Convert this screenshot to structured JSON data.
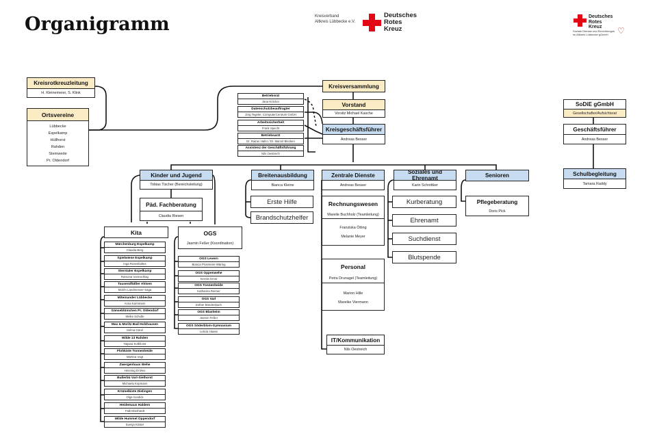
{
  "title": "Organigramm",
  "logo1": {
    "line1": "Kreisverband",
    "line2": "Altkreis Lübbecke e.V.",
    "drk": [
      "Deutsches",
      "Rotes",
      "Kreuz"
    ]
  },
  "logo2": {
    "drk": [
      "Deutsches",
      "Rotes",
      "Kreuz"
    ],
    "line1": "Soziale Dienste und Einrichtungen",
    "line2": "im Altkreis Lübbecke gGmbH"
  },
  "colors": {
    "beige": "#fbecc6",
    "blue": "#c7dcf1",
    "red": "#e30613"
  },
  "kreisrotkreuzleitung": {
    "title": "Kreisrotkreuzleitung",
    "names": "H. Kleinemeier, S. Klink"
  },
  "ortsvereine": {
    "title": "Ortsvereine",
    "items": [
      "Lübbecke",
      "Espelkamp",
      "Hüllhorst",
      "Rahden",
      "Stemwede",
      "Pr. Oldendorf"
    ]
  },
  "kreisversammlung": {
    "title": "Kreisversammlung"
  },
  "vorstand": {
    "title": "Vorstand",
    "name": "Vorsitz Michael Kasche"
  },
  "kreisgf": {
    "title": "Kreisgeschäftsführer",
    "name": "Andreas Besser"
  },
  "staff": [
    {
      "title": "Betriebsrat",
      "name": "Jana Kröcker"
    },
    {
      "title": "Datenschutzbeauftragter",
      "name": "Jörg Tegeler, ComputerCentrum GmbH"
    },
    {
      "title": "Arbeitssicherheit",
      "name": "Frank Specht"
    },
    {
      "title": "Betriebsarzt",
      "name": "Dr. Rainer Hafer / Dr. Marcel Blecken"
    },
    {
      "title": "Assistenz der Geschäftsführung",
      "name": "Nils Oestreich"
    }
  ],
  "sodie": {
    "title": "SoDiE gGmbH",
    "sub": "Gesellschafter/Aufsichtsrat"
  },
  "sodie_gf": {
    "title": "Geschäftsführer",
    "name": "Andreas Besser"
  },
  "schulbegleitung": {
    "title": "Schulbegleitung",
    "name": "Tamara Raddy"
  },
  "kinder": {
    "title": "Kinder und Jugend",
    "name": "Tobias Tischer (Bereichsleitung)"
  },
  "fachberatung": {
    "title": "Päd. Fachberatung",
    "name": "Claudia Riesen"
  },
  "kita": {
    "title": "Kita"
  },
  "ogs": {
    "title": "OGS",
    "name": "Jasmin Feßer (Koordination)"
  },
  "kitas": [
    {
      "title": "Märchenburg Espelkamp",
      "name": "Claudia Berg"
    },
    {
      "title": "Spielwiese Espelkamp",
      "name": "Inga Rosenboltes"
    },
    {
      "title": "Sterntaler Espelkamp",
      "name": "Ramona Vormschlag"
    },
    {
      "title": "Tausendfüßler Ahlsen",
      "name": "Marén Landmesser-Saga"
    },
    {
      "title": "Miteinander Lübbecke",
      "name": "Anna Kammann"
    },
    {
      "title": "Gänseblümchen Pr. Oldendorf",
      "name": "Meike Schulte"
    },
    {
      "title": "Max & Moritz Bad Holzhausen",
      "name": "Selma Gürel"
    },
    {
      "title": "Wilde 13 Rahden",
      "name": "Tatjana Kolkhorst"
    },
    {
      "title": "Flohkiste Tonnenheide",
      "name": "Martina Vogt"
    },
    {
      "title": "Zwergenhaus Wehe",
      "name": "Henning Di Meo"
    },
    {
      "title": "Bullerbü Varl-Sielhorst",
      "name": "Michaela Kopmann"
    },
    {
      "title": "Krümelkiste Dielingen",
      "name": "Olga Gordick"
    },
    {
      "title": "Heidemaus Haldem",
      "name": "Falk Eberhardt"
    },
    {
      "title": "Wilde Hummel Oppendorf",
      "name": "Svenja Köster"
    }
  ],
  "ogs_list": [
    {
      "title": "OGS Levern",
      "name": "Bianca Prosmeier-Wäring"
    },
    {
      "title": "OGS Oppenwehe",
      "name": "Kerstin Ernst"
    },
    {
      "title": "OGS Tonnenheide",
      "name": "Katharina Reimer"
    },
    {
      "title": "OGS Varl",
      "name": "Esther Breidenbach"
    },
    {
      "title": "OGS Blasheim",
      "name": "Jasmin Feßer"
    },
    {
      "title": "OGS Söderblom-Gymnasium",
      "name": "Leticia Haase"
    }
  ],
  "breiten": {
    "title": "Breitenausbildung",
    "name": "Bianca Kleine",
    "items": [
      "Erste Hilfe",
      "Brandschutzhelfer"
    ]
  },
  "zentrale": {
    "title": "Zentrale Dienste",
    "name": "Andreas Besser"
  },
  "rechnung": {
    "title": "Rechnungswesen",
    "lead": "Mareile Buchholz (Teamleitung)",
    "names": [
      "Franziska Ötting",
      "Melanie Meyer"
    ]
  },
  "personal": {
    "title": "Personal",
    "lead": "Petra Drunagel (Teamleitung)",
    "names": [
      "Marion Hille",
      "Mareike Viermann"
    ]
  },
  "it": {
    "title": "IT/Kommunikation",
    "name": "Nils Oestreich"
  },
  "soziales": {
    "title": "Soziales und Ehrenamt",
    "name": "Karin Schnittker",
    "items": [
      "Kurberatung",
      "Ehrenamt",
      "Suchdienst",
      "Blutspende"
    ]
  },
  "senioren": {
    "title": "Senioren"
  },
  "pflege": {
    "title": "Pflegeberatung",
    "name": "Doris Pick"
  }
}
